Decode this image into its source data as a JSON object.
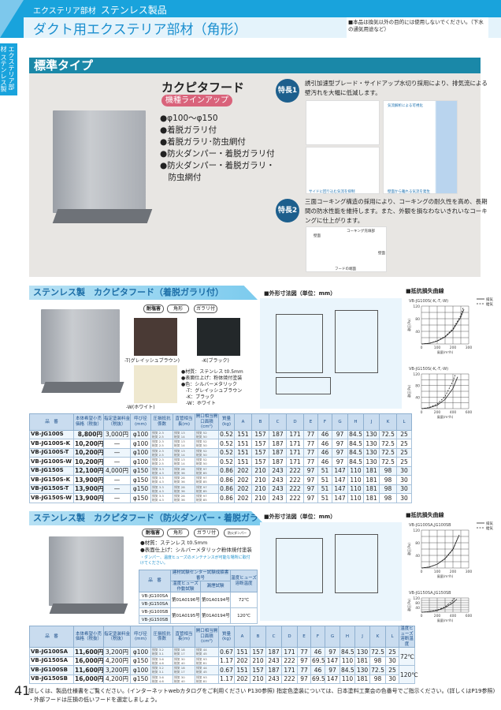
{
  "header": {
    "category": "エクステリア部材",
    "category_sub": "ステンレス製品",
    "title": "ダクト用エクステリア部材（角形）",
    "notice": "■本品は換気以外の目的には使用しないでください。（下水の通気用途など）",
    "side_tab": "エクステリア部材 ステンレス製品"
  },
  "standard": {
    "bar": "標準タイプ",
    "product_name": "カクピタフード",
    "lineup_label": "機種ラインアップ",
    "bullets": [
      "●φ100〜φ150",
      "●着脱ガラリ付",
      "●着脱ガラリ･防虫網付",
      "●防火ダンパー・着脱ガラリ付",
      "●防火ダンパー・着脱ガラリ・",
      "　防虫網付"
    ],
    "feature1": {
      "badge": "特長1",
      "text": "誘引加速型ブレード・サイドアップ水切り採用により、排気流による壁汚れを大幅に低減します。",
      "captions": [
        "気流解析による可視化",
        "サイドに回り込む気流を抑制",
        "壁面から離れる気流を発生"
      ]
    },
    "feature2": {
      "badge": "特長2",
      "text": "三面コーキング構造の採用により、コーキングの耐久性を高め、長期間の防水性能を維持します。また、外観を損なわないきれいなコーキングに仕上がります。",
      "captions": [
        "コーキング充填部",
        "壁面",
        "壁面",
        "フードの端面"
      ]
    }
  },
  "section1": {
    "title": "ステンレス製　カクピタフード",
    "title_sub": "（着脱ガラリ付）",
    "tags": [
      "耐塩害",
      "角形",
      "ガラリ付"
    ],
    "variants": [
      "-T(グレイッシュブラウン)",
      "-K(ブラック)",
      "-W(ホワイト)"
    ],
    "specs": [
      "●材質：ステンレス t0.5mm",
      "●表面仕上げ：粉体焼付塗装",
      "●色：シルバーメタリック",
      "　-T：グレイッシュブラウン",
      "　-K：ブラック",
      "　-W：ホワイト"
    ],
    "drawing_title": "■外形寸法図（単位：mm）",
    "chart_title": "■抵抗損失曲線"
  },
  "table_headers": [
    "品　番",
    "本体希望小売価格（税抜）",
    "指定塗装料金（税抜）",
    "呼び径(mm)",
    "圧損抵抗係数",
    "直管相当長(m)",
    "開口相当開口面積(cm²)",
    "質量(kg)",
    "A",
    "B",
    "C",
    "D",
    "E",
    "F",
    "G",
    "H",
    "J",
    "K",
    "L"
  ],
  "table1": [
    [
      "VB-JG100S",
      "8,800円",
      "3,000円",
      "φ100",
      [
        "排気 2.3",
        "給気 2.5"
      ],
      [
        "排気 13",
        "給気 14"
      ],
      [
        "排気 52",
        "給気 50"
      ],
      "0.52",
      "151",
      "157",
      "187",
      "171",
      "77",
      "46",
      "97",
      "84.5",
      "130",
      "72.5",
      "25"
    ],
    [
      "VB-JG100S-K",
      "10,200円",
      "—",
      "φ100",
      [
        "排気 2.3",
        "給気 2.5"
      ],
      [
        "排気 13",
        "給気 14"
      ],
      [
        "排気 52",
        "給気 50"
      ],
      "0.52",
      "151",
      "157",
      "187",
      "171",
      "77",
      "46",
      "97",
      "84.5",
      "130",
      "72.5",
      "25"
    ],
    [
      "VB-JG100S-T",
      "10,200円",
      "—",
      "φ100",
      [
        "排気 2.3",
        "給気 2.5"
      ],
      [
        "排気 13",
        "給気 14"
      ],
      [
        "排気 52",
        "給気 50"
      ],
      "0.52",
      "151",
      "157",
      "187",
      "171",
      "77",
      "46",
      "97",
      "84.5",
      "130",
      "72.5",
      "25"
    ],
    [
      "VB-JG100S-W",
      "10,200円",
      "—",
      "φ100",
      [
        "排気 2.3",
        "給気 2.5"
      ],
      [
        "排気 13",
        "給気 14"
      ],
      [
        "排気 52",
        "給気 50"
      ],
      "0.52",
      "151",
      "157",
      "187",
      "171",
      "77",
      "46",
      "97",
      "84.5",
      "130",
      "72.5",
      "25"
    ],
    [
      "VB-JG150S",
      "12,100円",
      "4,000円",
      "φ150",
      [
        "排気 3.3",
        "給気 4.3"
      ],
      [
        "排気 28",
        "給気 36"
      ],
      [
        "排気 97",
        "給気 85"
      ],
      "0.86",
      "202",
      "210",
      "243",
      "222",
      "97",
      "51",
      "147",
      "110",
      "181",
      "98",
      "30"
    ],
    [
      "VB-JG150S-K",
      "13,900円",
      "—",
      "φ150",
      [
        "排気 3.3",
        "給気 4.3"
      ],
      [
        "排気 28",
        "給気 36"
      ],
      [
        "排気 97",
        "給気 85"
      ],
      "0.86",
      "202",
      "210",
      "243",
      "222",
      "97",
      "51",
      "147",
      "110",
      "181",
      "98",
      "30"
    ],
    [
      "VB-JG150S-T",
      "13,900円",
      "—",
      "φ150",
      [
        "排気 3.3",
        "給気 4.3"
      ],
      [
        "排気 28",
        "給気 36"
      ],
      [
        "排気 97",
        "給気 85"
      ],
      "0.86",
      "202",
      "210",
      "243",
      "222",
      "97",
      "51",
      "147",
      "110",
      "181",
      "98",
      "30"
    ],
    [
      "VB-JG150S-W",
      "13,900円",
      "—",
      "φ150",
      [
        "排気 3.3",
        "給気 4.3"
      ],
      [
        "排気 28",
        "給気 36"
      ],
      [
        "排気 97",
        "給気 85"
      ],
      "0.86",
      "202",
      "210",
      "243",
      "222",
      "97",
      "51",
      "147",
      "110",
      "181",
      "98",
      "30"
    ]
  ],
  "section2": {
    "title": "ステンレス製　カクピタフード",
    "title_sub": "（防火ダンパー・着脱ガラリ付）",
    "tags": [
      "耐塩害",
      "角形",
      "ガラリ付",
      "防火ダンパー"
    ],
    "specs": [
      "●材質：ステンレス t0.5mm",
      "●表面仕上げ：シルバーメタリック粉体焼付塗装"
    ],
    "caution": "・ダンパー、温度ヒューズのメンテナンスが可能な場所に取付けてください。",
    "cert_headers": [
      "品　番",
      "建材試験センター試験成績書番号",
      "温度ヒューズ作動試験",
      "漏煙試験",
      "温度ヒューズ溶断温度"
    ],
    "cert_rows": [
      [
        "VB-JG100SA",
        "VB-JG150SA",
        "第01A0196号",
        "第01A0194号",
        "72℃"
      ],
      [
        "VB-JG100SB",
        "VB-JG150SB",
        "第01A0195号",
        "第01A0194号",
        "120℃"
      ]
    ],
    "drawing_title": "■外形寸法図（単位：mm）",
    "chart_title": "■抵抗損失曲線",
    "fuse_header": "温度ヒューズ溶断温度"
  },
  "table2": [
    [
      "VB-JG100SA",
      "11,600円",
      "3,200円",
      "φ100",
      [
        "排気 3.2",
        "給気 3.1"
      ],
      [
        "排気 18",
        "給気 17"
      ],
      [
        "排気 44",
        "給気 45"
      ],
      "0.67",
      "151",
      "157",
      "187",
      "171",
      "77",
      "46",
      "97",
      "84.5",
      "130",
      "72.5",
      "25"
    ],
    [
      "VB-JG150SA",
      "16,000円",
      "4,200円",
      "φ150",
      [
        "排気 3.6",
        "給気 4.6"
      ],
      [
        "排気 30",
        "給気 40"
      ],
      [
        "排気 93",
        "給気 81"
      ],
      "1.17",
      "202",
      "210",
      "243",
      "222",
      "97",
      "69.5",
      "147",
      "110",
      "181",
      "98",
      "30"
    ],
    [
      "VB-JG100SB",
      "11,600円",
      "3,200円",
      "φ100",
      [
        "排気 3.2",
        "給気 3.1"
      ],
      [
        "排気 18",
        "給気 17"
      ],
      [
        "排気 44",
        "給気 45"
      ],
      "0.67",
      "151",
      "157",
      "187",
      "171",
      "77",
      "46",
      "97",
      "84.5",
      "130",
      "72.5",
      "25"
    ],
    [
      "VB-JG150SB",
      "16,000円",
      "4,200円",
      "φ150",
      [
        "排気 3.6",
        "給気 4.6"
      ],
      [
        "排気 30",
        "給気 40"
      ],
      [
        "排気 93",
        "給気 81"
      ],
      "1.17",
      "202",
      "210",
      "243",
      "222",
      "97",
      "69.5",
      "147",
      "110",
      "181",
      "98",
      "30"
    ]
  ],
  "table2_fuse": [
    "72℃",
    "120℃"
  ],
  "chart_data": [
    {
      "type": "line",
      "title": "VB-JG100S(-K,-T,-W)",
      "xlabel": "風量(m³/h)",
      "ylabel": "静圧(Pa)",
      "xlim": [
        0,
        300
      ],
      "ylim": [
        0,
        120
      ],
      "xticks": [
        0,
        100,
        200,
        300
      ],
      "yticks": [
        40,
        80,
        120
      ],
      "grid": true,
      "legend": "top-right",
      "series": [
        {
          "name": "排気",
          "style": "solid",
          "x": [
            0,
            50,
            100,
            150,
            200,
            250,
            270
          ],
          "y": [
            0,
            2,
            9,
            22,
            45,
            85,
            110
          ]
        },
        {
          "name": "給気",
          "style": "dashed",
          "x": [
            0,
            50,
            100,
            150,
            200,
            250,
            265
          ],
          "y": [
            0,
            2,
            10,
            24,
            48,
            90,
            115
          ]
        }
      ]
    },
    {
      "type": "line",
      "title": "VB-JG150S(-K,-T,-W)",
      "xlabel": "風量(m³/h)",
      "ylabel": "静圧(Pa)",
      "xlim": [
        0,
        600
      ],
      "ylim": [
        0,
        120
      ],
      "xticks": [
        0,
        200,
        400,
        600
      ],
      "yticks": [
        40,
        80,
        120
      ],
      "grid": true,
      "series": [
        {
          "name": "排気",
          "style": "solid",
          "x": [
            0,
            100,
            200,
            300,
            400,
            460
          ],
          "y": [
            0,
            3,
            12,
            32,
            70,
            110
          ]
        },
        {
          "name": "給気",
          "style": "dashed",
          "x": [
            0,
            100,
            200,
            300,
            400,
            430
          ],
          "y": [
            0,
            4,
            16,
            42,
            95,
            118
          ]
        }
      ]
    },
    {
      "type": "line",
      "title": "VB-JG100SA,JG100SB",
      "xlabel": "風量(m³/h)",
      "ylabel": "静圧(Pa)",
      "xlim": [
        0,
        300
      ],
      "ylim": [
        0,
        120
      ],
      "xticks": [
        0,
        100,
        200,
        300
      ],
      "yticks": [
        40,
        80,
        120
      ],
      "grid": true,
      "legend": "top-right",
      "series": [
        {
          "name": "排気",
          "style": "solid",
          "x": [
            0,
            50,
            100,
            150,
            200,
            240
          ],
          "y": [
            0,
            3,
            12,
            30,
            60,
            105
          ]
        },
        {
          "name": "給気",
          "style": "dashed",
          "x": [
            0,
            50,
            100,
            150,
            200,
            235
          ],
          "y": [
            0,
            3,
            12,
            29,
            58,
            100
          ]
        }
      ]
    },
    {
      "type": "line",
      "title": "VB-JG150SA,JG150SB",
      "xlabel": "風量(m³/h)",
      "ylabel": "静圧(Pa)",
      "xlim": [
        0,
        600
      ],
      "ylim": [
        0,
        120
      ],
      "xticks": [
        0,
        200,
        400,
        600
      ],
      "yticks": [
        40,
        80,
        120
      ],
      "grid": true,
      "series": [
        {
          "name": "排気",
          "style": "solid",
          "x": [
            0,
            100,
            200,
            300,
            400,
            450
          ],
          "y": [
            0,
            4,
            14,
            38,
            80,
            110
          ]
        },
        {
          "name": "給気",
          "style": "dashed",
          "x": [
            0,
            100,
            200,
            300,
            400,
            420
          ],
          "y": [
            0,
            5,
            18,
            45,
            100,
            118
          ]
        }
      ]
    }
  ],
  "footer": {
    "page": "41",
    "line1": "詳しくは、製品仕様書をご覧ください。(インターネットwebカタログをご利用ください P130参照) 指定色塗装については、日本塗料工業会の色番号でご指示ください。(詳しくはP19参照)",
    "line2": "・外部フードは圧損の低いフードを選定しましょう。"
  }
}
